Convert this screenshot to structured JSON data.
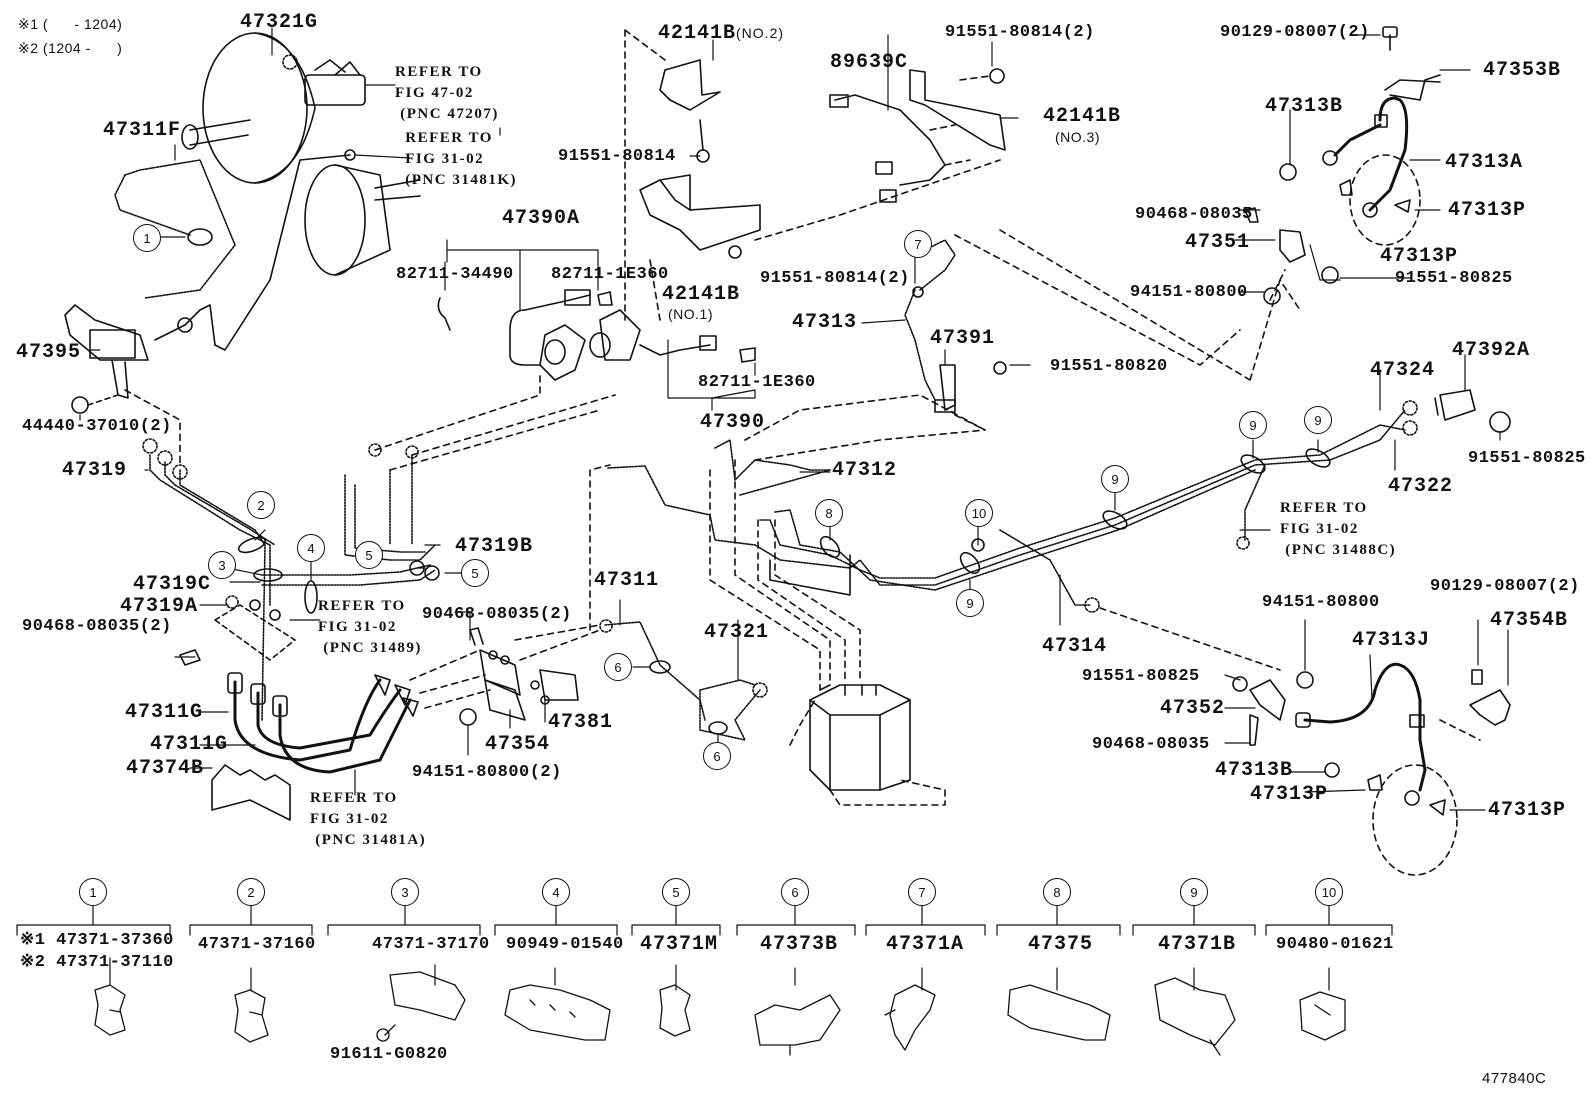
{
  "figure_id": "477840C",
  "notes": [
    "※1 (      - 1204)",
    "※2 (1204 -      )"
  ],
  "parts": [
    {
      "id": "p47321G",
      "text": "47321G"
    },
    {
      "id": "p47311F",
      "text": "47311F"
    },
    {
      "id": "p42141B_no2",
      "text": "42141B",
      "suffix": "(NO.2)"
    },
    {
      "id": "p89639C",
      "text": "89639C"
    },
    {
      "id": "p91551_80814_2a",
      "text": "91551-80814(2)"
    },
    {
      "id": "p42141B_no3",
      "text": "42141B",
      "suffix": "(NO.3)"
    },
    {
      "id": "p90129_08007_2a",
      "text": "90129-08007(2)"
    },
    {
      "id": "p47353B",
      "text": "47353B"
    },
    {
      "id": "p47313B_a",
      "text": "47313B"
    },
    {
      "id": "p47313A",
      "text": "47313A"
    },
    {
      "id": "p91551_80814",
      "text": "91551-80814"
    },
    {
      "id": "p47390A",
      "text": "47390A"
    },
    {
      "id": "p82711_34490",
      "text": "82711-34490"
    },
    {
      "id": "p82711_1E360_a",
      "text": "82711-1E360"
    },
    {
      "id": "p42141B_no1",
      "text": "42141B",
      "suffix": "(NO.1)"
    },
    {
      "id": "p91551_80814_2b",
      "text": "91551-80814(2)"
    },
    {
      "id": "p90468_08035_a",
      "text": "90468-08035"
    },
    {
      "id": "p47351",
      "text": "47351"
    },
    {
      "id": "p47313P_a",
      "text": "47313P"
    },
    {
      "id": "p47313P_b",
      "text": "47313P"
    },
    {
      "id": "p91551_80825_a",
      "text": "91551-80825"
    },
    {
      "id": "p94151_80800_a",
      "text": "94151-80800"
    },
    {
      "id": "p47313",
      "text": "47313"
    },
    {
      "id": "p47391",
      "text": "47391"
    },
    {
      "id": "p91551_80820",
      "text": "91551-80820"
    },
    {
      "id": "p47395",
      "text": "47395"
    },
    {
      "id": "p44440_37010",
      "text": "44440-37010(2)"
    },
    {
      "id": "p82711_1E360_b",
      "text": "82711-1E360"
    },
    {
      "id": "p47390",
      "text": "47390"
    },
    {
      "id": "p47392A",
      "text": "47392A"
    },
    {
      "id": "p47324",
      "text": "47324"
    },
    {
      "id": "p47319",
      "text": "47319"
    },
    {
      "id": "p47312",
      "text": "47312"
    },
    {
      "id": "p91551_80825_b",
      "text": "91551-80825"
    },
    {
      "id": "p47322",
      "text": "47322"
    },
    {
      "id": "p47319B",
      "text": "47319B"
    },
    {
      "id": "p47319C",
      "text": "47319C"
    },
    {
      "id": "p47319A",
      "text": "47319A"
    },
    {
      "id": "p90468_08035_2a",
      "text": "90468-08035(2)"
    },
    {
      "id": "p47311",
      "text": "47311"
    },
    {
      "id": "p90468_08035_2b",
      "text": "90468-08035(2)"
    },
    {
      "id": "p90129_08007_2b",
      "text": "90129-08007(2)"
    },
    {
      "id": "p94151_80800_b",
      "text": "94151-80800"
    },
    {
      "id": "p47313J",
      "text": "47313J"
    },
    {
      "id": "p47354B",
      "text": "47354B"
    },
    {
      "id": "p47314",
      "text": "47314"
    },
    {
      "id": "p47321",
      "text": "47321"
    },
    {
      "id": "p91551_80825_c",
      "text": "91551-80825"
    },
    {
      "id": "p47352",
      "text": "47352"
    },
    {
      "id": "p47311G_a",
      "text": "47311G"
    },
    {
      "id": "p47311G_b",
      "text": "47311G"
    },
    {
      "id": "p47354",
      "text": "47354"
    },
    {
      "id": "p47381",
      "text": "47381"
    },
    {
      "id": "p90468_08035_b",
      "text": "90468-08035"
    },
    {
      "id": "p47313B_b",
      "text": "47313B"
    },
    {
      "id": "p47313P_c",
      "text": "47313P"
    },
    {
      "id": "p47313P_d",
      "text": "47313P"
    },
    {
      "id": "p47374B",
      "text": "47374B"
    },
    {
      "id": "p94151_80800_2",
      "text": "94151-80800(2)"
    }
  ],
  "references": [
    {
      "id": "ref1",
      "text": "REFER TO\nFIG 47-02\n (PNC 47207)"
    },
    {
      "id": "ref2",
      "text": " REFER TO\n FIG 31-02\n (PNC 31481K)"
    },
    {
      "id": "ref3",
      "text": "REFER TO\nFIG 31-02\n (PNC 31489)"
    },
    {
      "id": "ref4",
      "text": "REFER TO\nFIG 31-02\n (PNC 31488C)"
    },
    {
      "id": "ref5",
      "text": "REFER TO\nFIG 31-02\n (PNC 31481A)"
    }
  ],
  "callouts": [
    {
      "id": "c1",
      "n": "1"
    },
    {
      "id": "c2",
      "n": "2"
    },
    {
      "id": "c3",
      "n": "3"
    },
    {
      "id": "c4",
      "n": "4"
    },
    {
      "id": "c5a",
      "n": "5"
    },
    {
      "id": "c5b",
      "n": "5"
    },
    {
      "id": "c6a",
      "n": "6"
    },
    {
      "id": "c6b",
      "n": "6"
    },
    {
      "id": "c7",
      "n": "7"
    },
    {
      "id": "c8",
      "n": "8"
    },
    {
      "id": "c9a",
      "n": "9"
    },
    {
      "id": "c9b",
      "n": "9"
    },
    {
      "id": "c9c",
      "n": "9"
    },
    {
      "id": "c9d",
      "n": "9"
    },
    {
      "id": "c10",
      "n": "10"
    }
  ],
  "legend": [
    {
      "n": "1",
      "parts": [
        "※1 47371-37360",
        "※2 47371-37110"
      ]
    },
    {
      "n": "2",
      "parts": [
        "47371-37160"
      ]
    },
    {
      "n": "3",
      "parts": [
        "47371-37170"
      ],
      "extra": "91611-G0820"
    },
    {
      "n": "4",
      "parts": [
        "90949-01540"
      ]
    },
    {
      "n": "5",
      "parts": [
        "47371M"
      ]
    },
    {
      "n": "6",
      "parts": [
        "47373B"
      ]
    },
    {
      "n": "7",
      "parts": [
        "47371A"
      ]
    },
    {
      "n": "8",
      "parts": [
        "47375"
      ]
    },
    {
      "n": "9",
      "parts": [
        "47371B"
      ]
    },
    {
      "n": "10",
      "parts": [
        "90480-01621"
      ]
    }
  ]
}
